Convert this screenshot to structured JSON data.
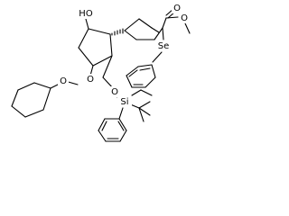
{
  "molecule": {
    "atoms": {
      "ho": "HO",
      "o_pyran_ring": "O",
      "o_ether_thp": "O",
      "o_silyl": "O",
      "si": "Si",
      "se": "Se",
      "o_ester_carbonyl": "O",
      "o_ester": "O"
    }
  }
}
